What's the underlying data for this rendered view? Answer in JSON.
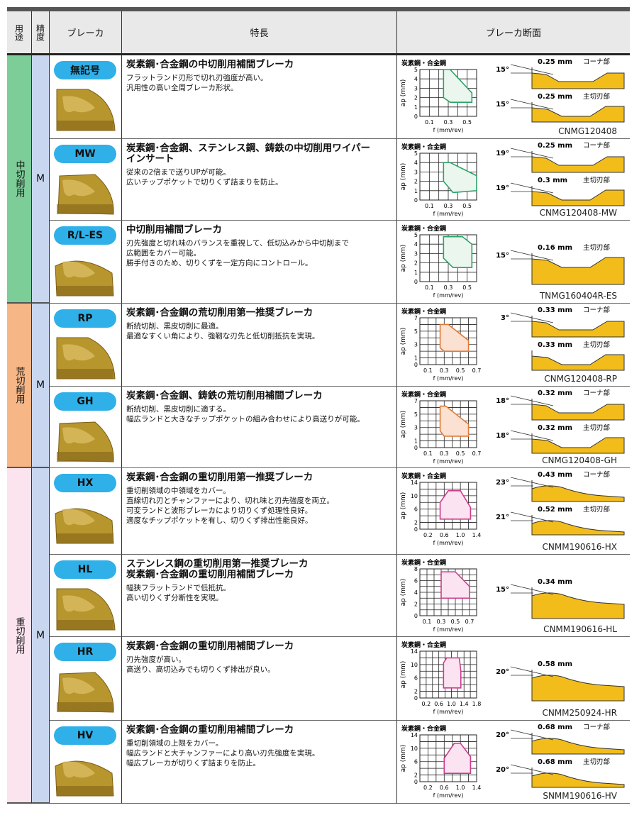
{
  "header": {
    "usage": "用途",
    "precision": "精度",
    "breaker": "ブレーカ",
    "features": "特長",
    "section": "ブレーカ断面"
  },
  "groups": [
    {
      "label": "中切削用",
      "precision": "M",
      "color": "#7ccd98",
      "rows": 3
    },
    {
      "label": "荒切削用",
      "precision": "M",
      "color": "#f6b686",
      "rows": 2
    },
    {
      "label": "重切削用",
      "precision": "M",
      "color": "#fce4ef",
      "rows": 4
    }
  ],
  "colors": {
    "badge": "#2fb0e8",
    "insert": "#b8962e",
    "profile": "#f2bd1a",
    "precision": "#c8d6ef"
  },
  "chart_labels": {
    "material": "炭素鋼・合金鋼",
    "xlabel": "f (mm/rev)",
    "ylabel": "ap (mm)"
  },
  "rows": [
    {
      "breaker": "無記号",
      "title": [
        "炭素鋼･合金鋼の中切削用補間ブレーカ"
      ],
      "lines": [
        "フラットランド刃形で切れ刃強度が高い。",
        "汎用性の高い全周ブレーカ形状。"
      ],
      "chart": {
        "type": "area",
        "xlim": [
          0,
          0.6
        ],
        "ylim": [
          0,
          5
        ],
        "xticks": [
          "0.1",
          "0.3",
          "0.5"
        ],
        "xtickvals": [
          0.1,
          0.3,
          0.5
        ],
        "yticks": [
          0,
          1,
          2,
          3,
          4,
          5
        ],
        "color": "#2aa366",
        "fill": "#eaf6ee",
        "polygon": [
          [
            0.25,
            5
          ],
          [
            0.32,
            5
          ],
          [
            0.55,
            2.5
          ],
          [
            0.55,
            1.5
          ],
          [
            0.32,
            1.5
          ],
          [
            0.25,
            2
          ]
        ]
      },
      "profiles": [
        {
          "angle": "15°",
          "land": "0.25 mm",
          "tag": "コーナ部"
        },
        {
          "angle": "15°",
          "land": "0.25 mm",
          "tag": "主切刃部"
        }
      ],
      "code": "CNMG120408"
    },
    {
      "breaker": "MW",
      "title": [
        "炭素鋼･合金鋼、ステンレス鋼、鋳鉄の中切削用ワイパー",
        "インサート"
      ],
      "lines": [
        "従来の2倍まで送りUPが可能。",
        "広いチップポケットで切りくず詰まりを防止。"
      ],
      "chart": {
        "type": "area",
        "xlim": [
          0,
          0.6
        ],
        "ylim": [
          0,
          5
        ],
        "xticks": [
          "0.1",
          "0.3",
          "0.5"
        ],
        "xtickvals": [
          0.1,
          0.3,
          0.5
        ],
        "yticks": [
          0,
          1,
          2,
          3,
          4,
          5
        ],
        "color": "#2aa366",
        "fill": "#eaf6ee",
        "polygon": [
          [
            0.25,
            4
          ],
          [
            0.32,
            4
          ],
          [
            0.6,
            2.6
          ],
          [
            0.6,
            1
          ],
          [
            0.35,
            0.8
          ],
          [
            0.25,
            2
          ]
        ]
      },
      "profiles": [
        {
          "angle": "19°",
          "land": "0.25 mm",
          "tag": "コーナ部"
        },
        {
          "angle": "19°",
          "land": "0.3 mm",
          "tag": "主切刃部"
        }
      ],
      "code": "CNMG120408-MW"
    },
    {
      "breaker": "R/L-ES",
      "title": [
        "中切削用補間ブレーカ"
      ],
      "lines": [
        "刃先強度と切れ味のバランスを重視して、低切込みから中切削まで",
        "広範囲をカバー可能。",
        "勝手付きのため、切りくずを一定方向にコントロール。"
      ],
      "chart": {
        "type": "area",
        "xlim": [
          0,
          0.6
        ],
        "ylim": [
          0,
          5
        ],
        "xticks": [
          "0.1",
          "0.3",
          "0.5"
        ],
        "xtickvals": [
          0.1,
          0.3,
          0.5
        ],
        "yticks": [
          0,
          1,
          2,
          3,
          4,
          5
        ],
        "color": "#2aa366",
        "fill": "#eaf6ee",
        "polygon": [
          [
            0.25,
            4.8
          ],
          [
            0.45,
            4.8
          ],
          [
            0.55,
            4
          ],
          [
            0.55,
            1.5
          ],
          [
            0.35,
            1.5
          ],
          [
            0.25,
            2.5
          ]
        ]
      },
      "profiles": [
        {
          "angle": "15°",
          "land": "0.16 mm",
          "tag": "主切刃部"
        }
      ],
      "code": "TNMG160404R-ES"
    },
    {
      "breaker": "RP",
      "title": [
        "炭素鋼･合金鋼の荒切削用第一推奨ブレーカ"
      ],
      "lines": [
        "断続切削、黒皮切削に最適。",
        "最適なすくい角により、強靭な刃先と低切削抵抗を実現。"
      ],
      "chart": {
        "type": "area",
        "xlim": [
          0,
          0.7
        ],
        "ylim": [
          0,
          7
        ],
        "xticks": [
          "0.1",
          "0.3",
          "0.5",
          "0.7"
        ],
        "xtickvals": [
          0.1,
          0.3,
          0.5,
          0.7
        ],
        "yticks": [
          0,
          1,
          3,
          5,
          7
        ],
        "color": "#e07a3a",
        "fill": "#fbe1d2",
        "polygon": [
          [
            0.25,
            6
          ],
          [
            0.35,
            6
          ],
          [
            0.6,
            3.6
          ],
          [
            0.6,
            2
          ],
          [
            0.3,
            2
          ],
          [
            0.25,
            2.5
          ]
        ]
      },
      "profiles": [
        {
          "angle": "3°",
          "land": "0.33 mm",
          "tag": "コーナ部"
        },
        {
          "angle": "",
          "land": "0.33 mm",
          "tag": "主切刃部"
        }
      ],
      "code": "CNMG120408-RP"
    },
    {
      "breaker": "GH",
      "title": [
        "炭素鋼･合金鋼、鋳鉄の荒切削用補間ブレーカ"
      ],
      "lines": [
        "断続切削、黒皮切削に適する。",
        "幅広ランドと大きなチップポケットの組み合わせにより高送りが可能。"
      ],
      "chart": {
        "type": "area",
        "xlim": [
          0,
          0.7
        ],
        "ylim": [
          0,
          7
        ],
        "xticks": [
          "0.1",
          "0.3",
          "0.5",
          "0.7"
        ],
        "xtickvals": [
          0.1,
          0.3,
          0.5,
          0.7
        ],
        "yticks": [
          0,
          1,
          3,
          5,
          7
        ],
        "color": "#e07a3a",
        "fill": "#fbe1d2",
        "polygon": [
          [
            0.25,
            6.2
          ],
          [
            0.32,
            6.2
          ],
          [
            0.6,
            3.5
          ],
          [
            0.6,
            1.7
          ],
          [
            0.3,
            1.7
          ],
          [
            0.25,
            2.5
          ]
        ]
      },
      "profiles": [
        {
          "angle": "18°",
          "land": "0.32 mm",
          "tag": "コーナ部"
        },
        {
          "angle": "18°",
          "land": "0.32 mm",
          "tag": "主切刃部"
        }
      ],
      "code": "CNMG120408-GH"
    },
    {
      "breaker": "HX",
      "title": [
        "炭素鋼･合金鋼の重切削用第一推奨ブレーカ"
      ],
      "lines": [
        "重切削領域の中領域をカバー。",
        "直線切れ刃とチャンファーにより、切れ味と刃先強度を両立。",
        "可変ランドと波形ブレーカにより切りくず処理性良好。",
        "適度なチップポケットを有し、切りくず排出性能良好。"
      ],
      "chart": {
        "type": "area",
        "xlim": [
          0,
          1.4
        ],
        "ylim": [
          0,
          14
        ],
        "xticks": [
          "0.2",
          "0.6",
          "1.0",
          "1.4"
        ],
        "xtickvals": [
          0.2,
          0.6,
          1.0,
          1.4
        ],
        "yticks": [
          0,
          2,
          6,
          10,
          14
        ],
        "color": "#cc3d8c",
        "fill": "#fbe3f1",
        "polygon": [
          [
            0.5,
            3
          ],
          [
            0.5,
            8
          ],
          [
            0.7,
            11.5
          ],
          [
            1.0,
            11.5
          ],
          [
            1.25,
            6.5
          ],
          [
            1.25,
            3
          ]
        ]
      },
      "profiles": [
        {
          "angle": "23°",
          "land": "0.43 mm",
          "tag": "コーナ部"
        },
        {
          "angle": "21°",
          "land": "0.52 mm",
          "tag": "主切刃部"
        }
      ],
      "code": "CNMM190616-HX"
    },
    {
      "breaker": "HL",
      "title": [
        "ステンレス鋼の重切削用第一推奨ブレーカ",
        "炭素鋼･合金鋼の重切削用補間ブレーカ"
      ],
      "lines": [
        "幅狭フラットランドで低抵抗。",
        "高い切りくず分断性を実現。"
      ],
      "chart": {
        "type": "area",
        "xlim": [
          0,
          0.8
        ],
        "ylim": [
          0,
          8
        ],
        "xticks": [
          "0.1",
          "0.3",
          "0.5",
          "0.7"
        ],
        "xtickvals": [
          0.1,
          0.3,
          0.5,
          0.7
        ],
        "yticks": [
          0,
          2,
          4,
          6,
          8
        ],
        "color": "#cc3d8c",
        "fill": "#fbe3f1",
        "polygon": [
          [
            0.3,
            3
          ],
          [
            0.3,
            7.5
          ],
          [
            0.5,
            7.5
          ],
          [
            0.7,
            5
          ],
          [
            0.7,
            3
          ]
        ]
      },
      "profiles": [
        {
          "angle": "15°",
          "land": "0.34 mm",
          "tag": ""
        }
      ],
      "code": "CNMM190616-HL"
    },
    {
      "breaker": "HR",
      "title": [
        "炭素鋼･合金鋼の重切削用補間ブレーカ"
      ],
      "lines": [
        "刃先強度が高い。",
        "高送り、高切込みでも切りくず排出が良い。"
      ],
      "chart": {
        "type": "area",
        "xlim": [
          0,
          1.8
        ],
        "ylim": [
          0,
          14
        ],
        "xticks": [
          "0.2",
          "0.6",
          "1.0",
          "1.4",
          "1.8"
        ],
        "xtickvals": [
          0.2,
          0.6,
          1.0,
          1.4,
          1.8
        ],
        "yticks": [
          0,
          2,
          6,
          10,
          14
        ],
        "color": "#cc3d8c",
        "fill": "#fbe3f1",
        "polygon": [
          [
            0.75,
            3
          ],
          [
            0.75,
            10.5
          ],
          [
            0.85,
            12
          ],
          [
            1.25,
            12
          ],
          [
            1.3,
            8
          ],
          [
            1.3,
            3
          ]
        ]
      },
      "profiles": [
        {
          "angle": "20°",
          "land": "0.58 mm",
          "tag": ""
        }
      ],
      "code": "CNMM250924-HR"
    },
    {
      "breaker": "HV",
      "title": [
        "炭素鋼･合金鋼の重切削用補間ブレーカ"
      ],
      "lines": [
        "重切削領域の上限をカバー。",
        "幅広ランドと大チャンファーにより高い刃先強度を実現。",
        "幅広ブレーカが切りくず詰まりを防止。"
      ],
      "chart": {
        "type": "area",
        "xlim": [
          0,
          1.4
        ],
        "ylim": [
          0,
          14
        ],
        "xticks": [
          "0.2",
          "0.6",
          "1.0",
          "1.4"
        ],
        "xtickvals": [
          0.2,
          0.6,
          1.0,
          1.4
        ],
        "yticks": [
          0,
          2,
          6,
          10,
          14
        ],
        "color": "#cc3d8c",
        "fill": "#fbe3f1",
        "polygon": [
          [
            0.6,
            2.5
          ],
          [
            0.6,
            7
          ],
          [
            0.85,
            11.5
          ],
          [
            1.0,
            11.5
          ],
          [
            1.25,
            7.5
          ],
          [
            1.25,
            2.5
          ]
        ]
      },
      "profiles": [
        {
          "angle": "20°",
          "land": "0.68 mm",
          "tag": "コーナ部"
        },
        {
          "angle": "20°",
          "land": "0.68 mm",
          "tag": "主切刃部"
        }
      ],
      "code": "SNMM190616-HV"
    }
  ]
}
